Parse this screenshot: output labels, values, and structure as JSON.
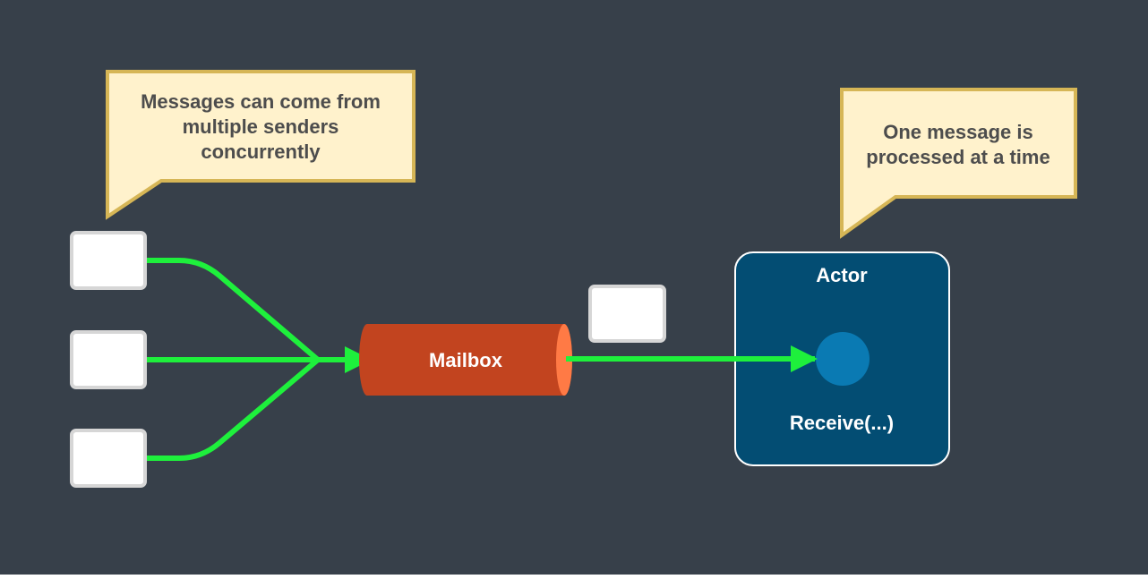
{
  "callouts": {
    "senders_note": [
      "Messages can come from",
      "multiple senders",
      "concurrently"
    ],
    "processing_note": [
      "One message is",
      "processed at a time"
    ]
  },
  "mailbox": {
    "label": "Mailbox"
  },
  "actor": {
    "title": "Actor",
    "handler_label": "Receive(...)"
  },
  "colors": {
    "background": "#37404a",
    "callout_fill": "#fff2cc",
    "callout_border": "#d6b656",
    "arrow": "#1ef03c",
    "mailbox_body": "#c2441f",
    "mailbox_cap": "#ff7a45",
    "actor_fill": "#034d73",
    "actor_dot": "#0a7ab3",
    "message_box_fill": "#ffffff",
    "message_box_border": "#d6d6d6"
  }
}
